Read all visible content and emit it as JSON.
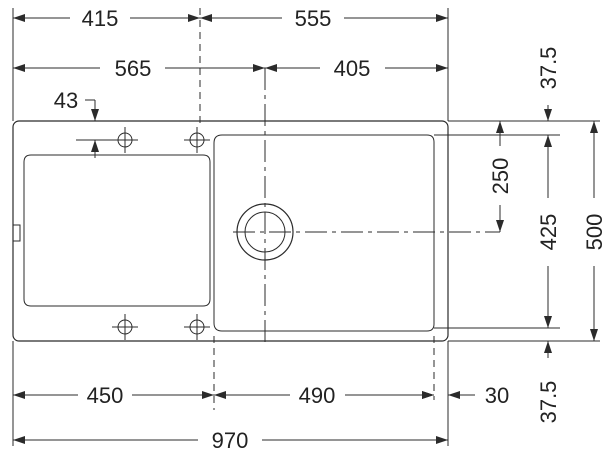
{
  "colors": {
    "ink": "#2b2b2b",
    "text": "#222222",
    "background": "#ffffff"
  },
  "dimensions": {
    "top_left": "415",
    "top_right": "555",
    "mid_left": "565",
    "mid_right": "405",
    "tap_offset": "43",
    "bottom_drainer": "450",
    "bottom_bowl": "490",
    "bottom_edge": "30",
    "overall_width": "970",
    "right_top_margin": "37.5",
    "right_drain_offset": "250",
    "right_bowl_depth": "425",
    "right_overall_depth": "500",
    "right_bottom_margin": "37.5"
  }
}
